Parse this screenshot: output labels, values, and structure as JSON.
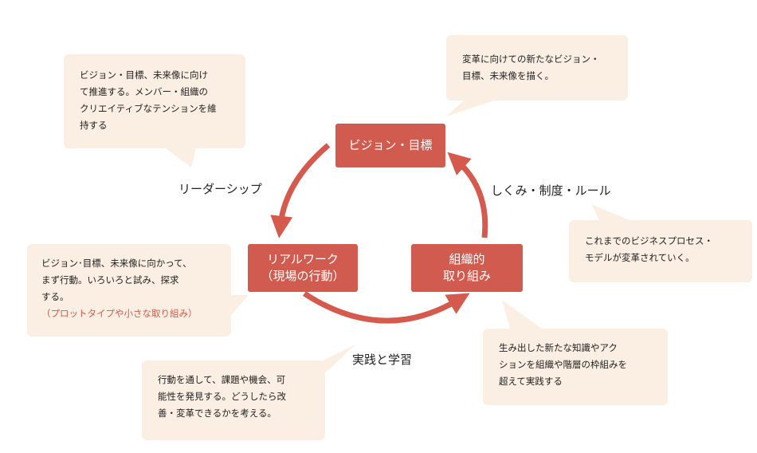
{
  "nodes": {
    "vision": {
      "lines": [
        "ビジョン・目標"
      ]
    },
    "real_work": {
      "lines": [
        "リアルワーク",
        "（現場の行動）"
      ]
    },
    "org": {
      "lines": [
        "組織的",
        "取り組み"
      ]
    }
  },
  "edge_labels": {
    "leadership": "リーダーシップ",
    "system": "しくみ・制度・ルール",
    "practice": "実践と学習"
  },
  "bubbles": {
    "leadership": [
      "ビジョン・目標、未来像に向け",
      "て推進する。メンバー・組織の",
      "クリエイティブなテンションを維",
      "持する"
    ],
    "vision": [
      "変革に向けての新たなビジョン・",
      "目標、未来像を描く。"
    ],
    "system": [
      "これまでのビジネスプロセス・",
      "モデルが変革されていく。"
    ],
    "real_work": [
      "ビジョン･目標、未来像に向かって、",
      "まず行動。いろいろと試み、探求",
      "する。"
    ],
    "real_work_note": "（プロットタイプや小さな取り組み）",
    "org": [
      "生み出した新たな知識やアク",
      "ションを組織や階層の枠組みを",
      "超えて実践する"
    ],
    "practice": [
      "行動を通して、課題や機会、可",
      "能性を発見する。どうしたら改",
      "善・変革できるかを考える。"
    ]
  },
  "colors": {
    "node_fill": "#d25b4f",
    "arrow": "#d5594c",
    "bubble_fill": "#fbefe3",
    "accent_text": "#d9574b"
  }
}
